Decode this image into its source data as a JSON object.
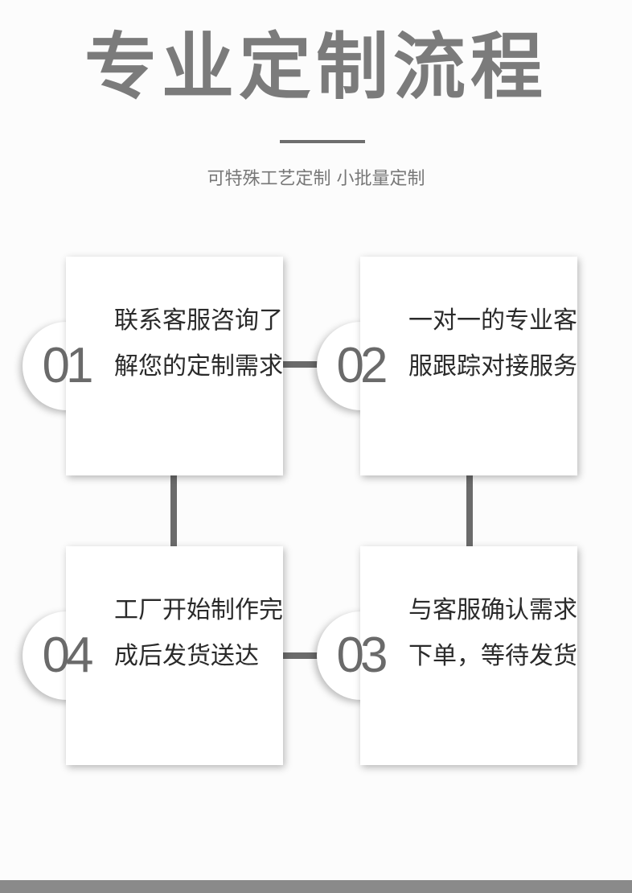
{
  "header": {
    "title": "专业定制流程",
    "subtitle": "可特殊工艺定制 小批量定制"
  },
  "steps": [
    {
      "number": "01",
      "text": "联系客服咨询了解您的定制需求"
    },
    {
      "number": "02",
      "text": "一对一的专业客服跟踪对接服务"
    },
    {
      "number": "03",
      "text": "与客服确认需求下单，等待发货"
    },
    {
      "number": "04",
      "text": "工厂开始制作完成后发货送达"
    }
  ],
  "colors": {
    "title": "#7b7b7b",
    "connector": "#6b6b6b",
    "number": "#6a6a6a",
    "body_text": "#2a2a2a",
    "bottom_bar": "#8a8a8a"
  }
}
